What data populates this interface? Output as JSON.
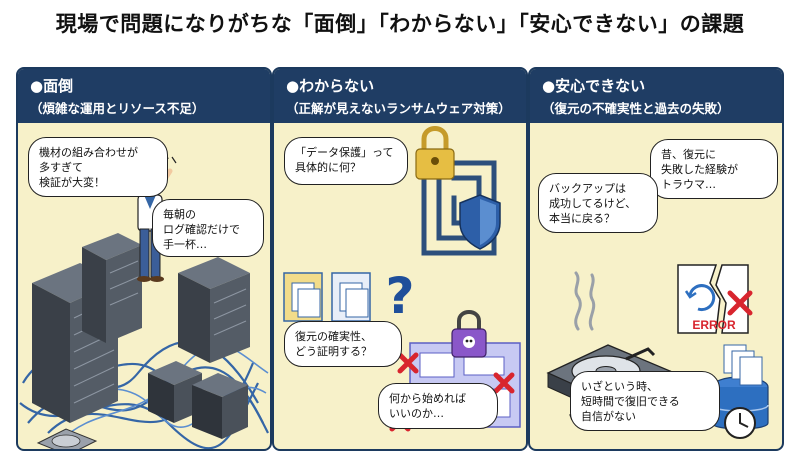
{
  "title": "現場で問題になりがちな「面倒」「わからない」「安心できない」の課題",
  "panels": [
    {
      "title": "●面倒",
      "subtitle": "（煩雑な運用とリソース不足）",
      "bubbles": [
        {
          "lines": [
            "機材の組み合わせが",
            "多すぎて",
            "検証が大変！"
          ]
        },
        {
          "lines": [
            "毎朝の",
            "ログ確認だけで",
            "手一杯…"
          ]
        }
      ]
    },
    {
      "title": "●わからない",
      "subtitle": "（正解が見えないランサムウェア対策）",
      "bubbles": [
        {
          "lines": [
            "「データ保護」って",
            "具体的に何？"
          ]
        },
        {
          "lines": [
            "復元の確実性、",
            "どう証明する？"
          ]
        },
        {
          "lines": [
            "何から始めれば",
            "いいのか…"
          ]
        }
      ]
    },
    {
      "title": "●安心できない",
      "subtitle": "（復元の不確実性と過去の失敗）",
      "bubbles": [
        {
          "lines": [
            "昔、復元に",
            "失敗した経験が",
            "トラウマ…"
          ]
        },
        {
          "lines": [
            "バックアップは",
            "成功してるけど、",
            "本当に戻る？"
          ]
        },
        {
          "lines": [
            "いざという時、",
            "短時間で復旧できる",
            "自信がない"
          ]
        }
      ]
    }
  ],
  "error_label": "ERROR",
  "question_mark": "?"
}
